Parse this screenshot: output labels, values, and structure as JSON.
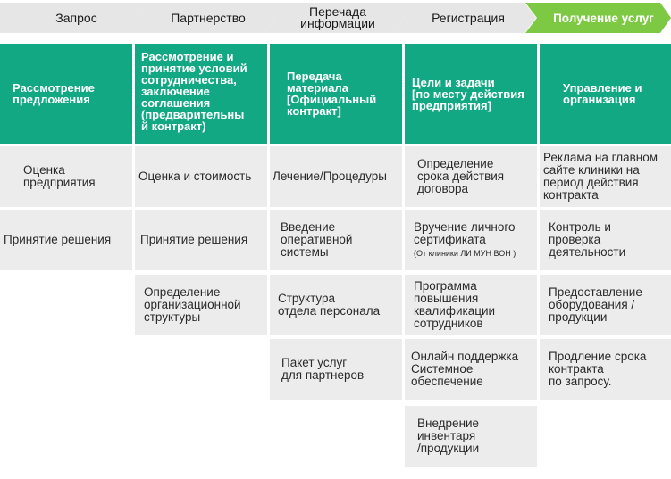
{
  "steps": [
    "Запрос",
    "Партнерство",
    "Перечада\nинформации",
    "Регистрация",
    "Получение услуг"
  ],
  "headers": [
    "Рассмотрение\nпредложения",
    "Рассмотрение и\nпринятие условий\nсотрудничества,\nзаключение\nсоглашения\n(предварительны\nй контракт)",
    "Передача\nматериала\n[Официальный\nконтракт]",
    "Цели и задачи\n[по месту действия\nпредприятия]",
    "Управление и\nорганизация"
  ],
  "columns": [
    {
      "items": [
        "Оценка\nпредприятия",
        "Принятие решения"
      ]
    },
    {
      "items": [
        "Оценка и стоимость",
        "Принятие решения",
        "Определение\nорганизационной\nструктуры"
      ]
    },
    {
      "items": [
        "Лечение/Процедуры",
        "Введение\nоперативной\nсистемы",
        "Структура\nотдела персонала",
        "Пакет услуг\nдля партнеров"
      ]
    },
    {
      "items": [
        "Определение\nсрока действия\nдоговора",
        "Вручение личного\nсертификата",
        "Программа\nповышения\nквалификации\nсотрудников",
        "Онлайн поддержка\nСистемное\nобеспечение",
        "Внедрение\nинвентаря\n/продукции"
      ],
      "item2_note": "(От клиники ЛИ МУН ВОН )"
    },
    {
      "items": [
        "Реклама на главном\nсайте клиники на\nпериод действия\nконтракта",
        "Контроль и\nпроверка\nдеятельности",
        "Предоставление\nоборудования /\nпродукции",
        "Продление срока\nконтракта\nпо запросу."
      ]
    }
  ],
  "colors": {
    "header_bg": "#13a884",
    "cell_bg": "#ececec",
    "step_bg": "#e6e6e6",
    "step_active_bg": "#7ec943"
  }
}
